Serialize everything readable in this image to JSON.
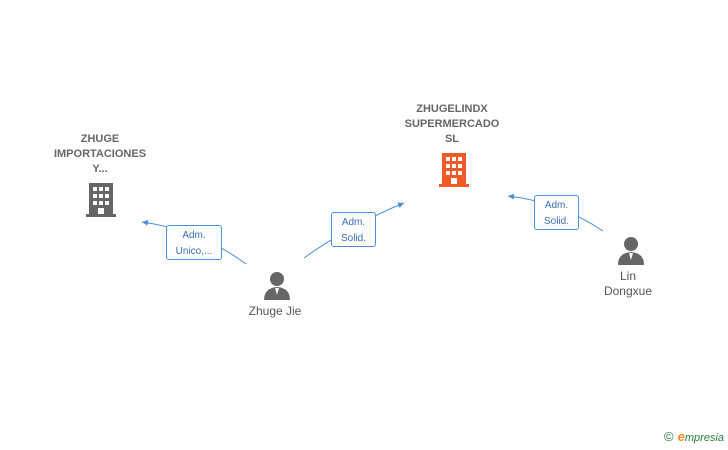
{
  "nodes": {
    "zhuge_importaciones": {
      "label": "ZHUGE\nIMPORTACIONES\nY...",
      "icon": "building-icon",
      "color": "#666666"
    },
    "zhugelindx": {
      "label": "ZHUGELINDX\nSUPERMERCADO\nSL",
      "icon": "building-icon",
      "color": "#f05a28"
    },
    "zhuge_jie": {
      "label": "Zhuge Jie",
      "icon": "person-icon"
    },
    "lin_dongxue": {
      "label": "Lin\nDongxue",
      "icon": "person-icon"
    }
  },
  "edges": [
    {
      "label": "Adm.\nUnico,..."
    },
    {
      "label": "Adm.\nSolid."
    },
    {
      "label": "Adm.\nSolid."
    }
  ],
  "brand": {
    "copyright": "©",
    "name": "mpresia",
    "initial": "e"
  }
}
